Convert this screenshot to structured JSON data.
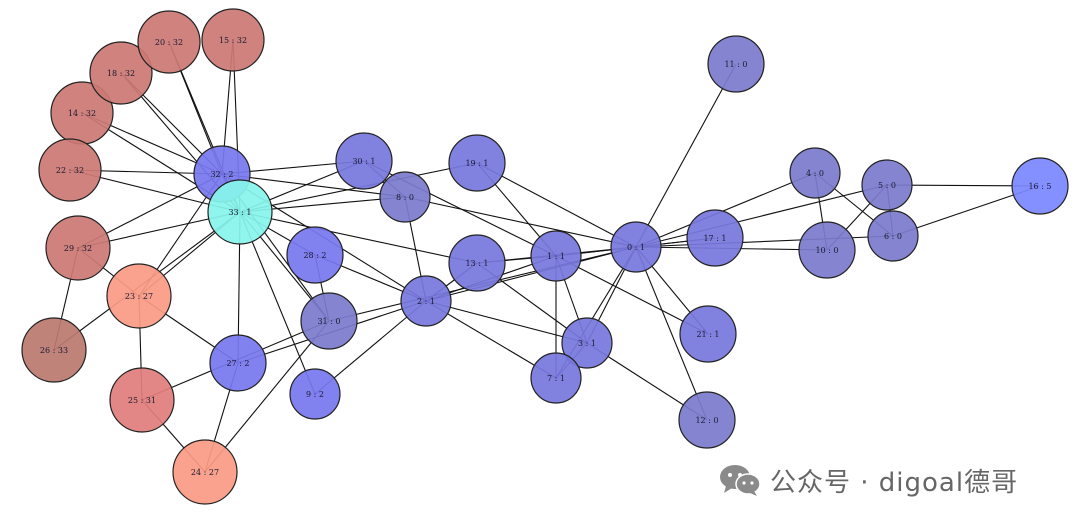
{
  "diagram": {
    "type": "network-graph",
    "nodes": [
      {
        "id": 0,
        "label": "0 : 1",
        "color": "#7777dd"
      },
      {
        "id": 1,
        "label": "1 : 1",
        "color": "#7777dd"
      },
      {
        "id": 2,
        "label": "2 : 1",
        "color": "#7777dd"
      },
      {
        "id": 3,
        "label": "3 : 1",
        "color": "#7777dd"
      },
      {
        "id": 4,
        "label": "4 : 0",
        "color": "#7b7bcc"
      },
      {
        "id": 5,
        "label": "5 : 0",
        "color": "#7b7bcc"
      },
      {
        "id": 6,
        "label": "6 : 0",
        "color": "#7b7bcc"
      },
      {
        "id": 7,
        "label": "7 : 1",
        "color": "#7777dd"
      },
      {
        "id": 8,
        "label": "8 : 0",
        "color": "#7b7bcc"
      },
      {
        "id": 9,
        "label": "9 : 2",
        "color": "#7777ee"
      },
      {
        "id": 10,
        "label": "10 : 0",
        "color": "#7b7bcc"
      },
      {
        "id": 11,
        "label": "11 : 0",
        "color": "#7b7bcc"
      },
      {
        "id": 12,
        "label": "12 : 0",
        "color": "#7b7bcc"
      },
      {
        "id": 13,
        "label": "13 : 1",
        "color": "#7777dd"
      },
      {
        "id": 14,
        "label": "14 : 32",
        "color": "#cc7a74"
      },
      {
        "id": 15,
        "label": "15 : 32",
        "color": "#cc7a74"
      },
      {
        "id": 16,
        "label": "16 : 5",
        "color": "#7b88ff"
      },
      {
        "id": 17,
        "label": "17 : 1",
        "color": "#7777dd"
      },
      {
        "id": 18,
        "label": "18 : 32",
        "color": "#cc7a74"
      },
      {
        "id": 19,
        "label": "19 : 1",
        "color": "#7777dd"
      },
      {
        "id": 20,
        "label": "20 : 32",
        "color": "#cc7a74"
      },
      {
        "id": 21,
        "label": "21 : 1",
        "color": "#7777dd"
      },
      {
        "id": 22,
        "label": "22 : 32",
        "color": "#cc7a74"
      },
      {
        "id": 23,
        "label": "23 : 27",
        "color": "#fa9b85"
      },
      {
        "id": 24,
        "label": "24 : 27",
        "color": "#fa9b85"
      },
      {
        "id": 25,
        "label": "25 : 31",
        "color": "#e07e7c"
      },
      {
        "id": 26,
        "label": "26 : 33",
        "color": "#bb7a70"
      },
      {
        "id": 27,
        "label": "27 : 2",
        "color": "#7777ee"
      },
      {
        "id": 28,
        "label": "28 : 2",
        "color": "#7777ee"
      },
      {
        "id": 29,
        "label": "29 : 32",
        "color": "#cc7a74"
      },
      {
        "id": 30,
        "label": "30 : 1",
        "color": "#7777dd"
      },
      {
        "id": 31,
        "label": "31 : 0",
        "color": "#7b7bcc"
      },
      {
        "id": 32,
        "label": "32 : 2",
        "color": "#7777ee"
      },
      {
        "id": 33,
        "label": "33 : 1",
        "color": "#88f5ec"
      }
    ],
    "edges": [
      [
        0,
        1
      ],
      [
        0,
        2
      ],
      [
        0,
        3
      ],
      [
        0,
        4
      ],
      [
        0,
        5
      ],
      [
        0,
        6
      ],
      [
        0,
        7
      ],
      [
        0,
        8
      ],
      [
        0,
        10
      ],
      [
        0,
        11
      ],
      [
        0,
        12
      ],
      [
        0,
        13
      ],
      [
        0,
        17
      ],
      [
        0,
        19
      ],
      [
        0,
        21
      ],
      [
        0,
        31
      ],
      [
        1,
        2
      ],
      [
        1,
        3
      ],
      [
        1,
        7
      ],
      [
        1,
        13
      ],
      [
        1,
        17
      ],
      [
        1,
        19
      ],
      [
        1,
        21
      ],
      [
        1,
        30
      ],
      [
        2,
        3
      ],
      [
        2,
        7
      ],
      [
        2,
        8
      ],
      [
        2,
        9
      ],
      [
        2,
        13
      ],
      [
        2,
        27
      ],
      [
        2,
        28
      ],
      [
        2,
        32
      ],
      [
        3,
        7
      ],
      [
        3,
        12
      ],
      [
        3,
        13
      ],
      [
        4,
        6
      ],
      [
        4,
        10
      ],
      [
        5,
        6
      ],
      [
        5,
        10
      ],
      [
        5,
        16
      ],
      [
        6,
        16
      ],
      [
        8,
        30
      ],
      [
        8,
        32
      ],
      [
        8,
        33
      ],
      [
        9,
        33
      ],
      [
        13,
        33
      ],
      [
        14,
        32
      ],
      [
        14,
        33
      ],
      [
        15,
        32
      ],
      [
        15,
        33
      ],
      [
        18,
        32
      ],
      [
        18,
        33
      ],
      [
        19,
        33
      ],
      [
        20,
        32
      ],
      [
        20,
        33
      ],
      [
        22,
        32
      ],
      [
        22,
        33
      ],
      [
        23,
        25
      ],
      [
        23,
        27
      ],
      [
        23,
        29
      ],
      [
        23,
        32
      ],
      [
        23,
        33
      ],
      [
        24,
        25
      ],
      [
        24,
        27
      ],
      [
        24,
        31
      ],
      [
        25,
        31
      ],
      [
        26,
        29
      ],
      [
        26,
        33
      ],
      [
        27,
        33
      ],
      [
        28,
        31
      ],
      [
        28,
        33
      ],
      [
        29,
        32
      ],
      [
        29,
        33
      ],
      [
        30,
        32
      ],
      [
        30,
        33
      ],
      [
        31,
        32
      ],
      [
        31,
        33
      ],
      [
        32,
        33
      ]
    ]
  },
  "watermark": {
    "text": "公众号 · digoal德哥",
    "icon": "wechat-icon"
  }
}
